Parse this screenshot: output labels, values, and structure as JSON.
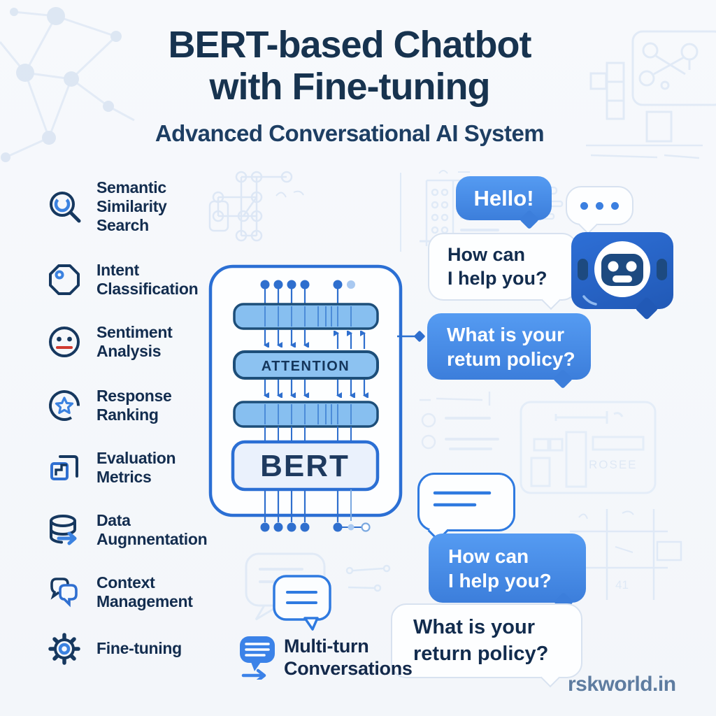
{
  "header": {
    "title_line1": "BERT-based Chatbot",
    "title_line2": "with Fine-tuning",
    "subtitle": "Advanced Conversational AI System"
  },
  "features": [
    {
      "icon": "semantic-search-icon",
      "label": "Semantic Similarity Search"
    },
    {
      "icon": "intent-tag-icon",
      "label": "Intent Classification"
    },
    {
      "icon": "sentiment-face-icon",
      "label": "Sentiment Analysis"
    },
    {
      "icon": "ranking-star-icon",
      "label": "Response Ranking"
    },
    {
      "icon": "metrics-chart-icon",
      "label": "Evaluation Metrics"
    },
    {
      "icon": "database-arrow-icon",
      "label": "Data Augnnentation"
    },
    {
      "icon": "chat-bubbles-icon",
      "label": "Context Management"
    },
    {
      "icon": "gear-icon",
      "label": "Fine-tuning"
    }
  ],
  "diagram": {
    "attention_label": "ATTENTION",
    "bert_label": "BERT"
  },
  "chat": {
    "hello": "Hello!",
    "bot_greeting_line1": "How can",
    "bot_greeting_line2": "I help you?",
    "user_question_line1": "What is your",
    "user_question_line2": "retum policy?",
    "user_greeting_line1": "How can",
    "user_greeting_line2": "I help you?",
    "bot_question_line1": "What is your",
    "bot_question_line2": "return policy?"
  },
  "footer": {
    "multiturn_label": "Multi-turn Conversations",
    "watermark": "rskworld.in"
  },
  "decor": {
    "sketch_label_rosee": "ROSEE",
    "sketch_label_41": "41"
  },
  "colors": {
    "accent_blue": "#3b7fe0",
    "bubble_blue": "#4389e8",
    "navy": "#16304f",
    "diagram_border": "#2b6fd4",
    "bar_fill": "#8cc2f1",
    "bar_border": "#1d4e79",
    "bert_fill": "#eaf1fc",
    "robot_blue": "#2a66cc",
    "red_mouth": "#d03a30",
    "watermark_gray_blue": "#5e7ca0",
    "sketch_blue": "#dbe6f5"
  }
}
